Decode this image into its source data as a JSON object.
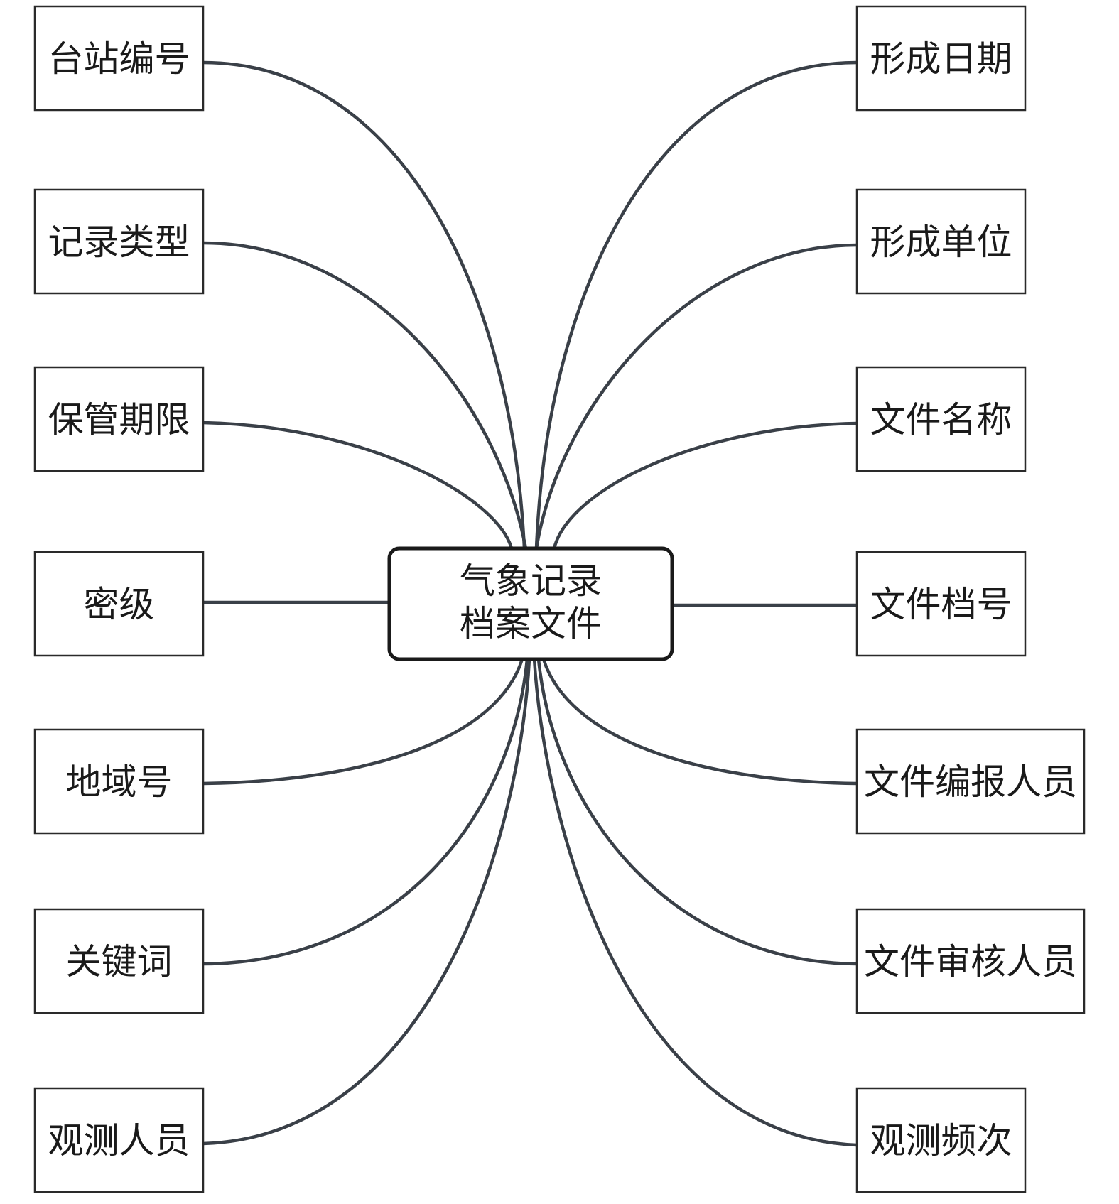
{
  "center": {
    "line1": "气象记录",
    "line2": "档案文件"
  },
  "left_nodes": [
    "台站编号",
    "记录类型",
    "保管期限",
    "密级",
    "地域号",
    "关键词",
    "观测人员"
  ],
  "right_nodes": [
    "形成日期",
    "形成单位",
    "文件名称",
    "文件档号",
    "文件编报人员",
    "文件审核人员",
    "观测频次"
  ],
  "colors": {
    "edge": "#3a4048",
    "box_border": "#2a2a2a",
    "text": "#1a1a1a"
  }
}
